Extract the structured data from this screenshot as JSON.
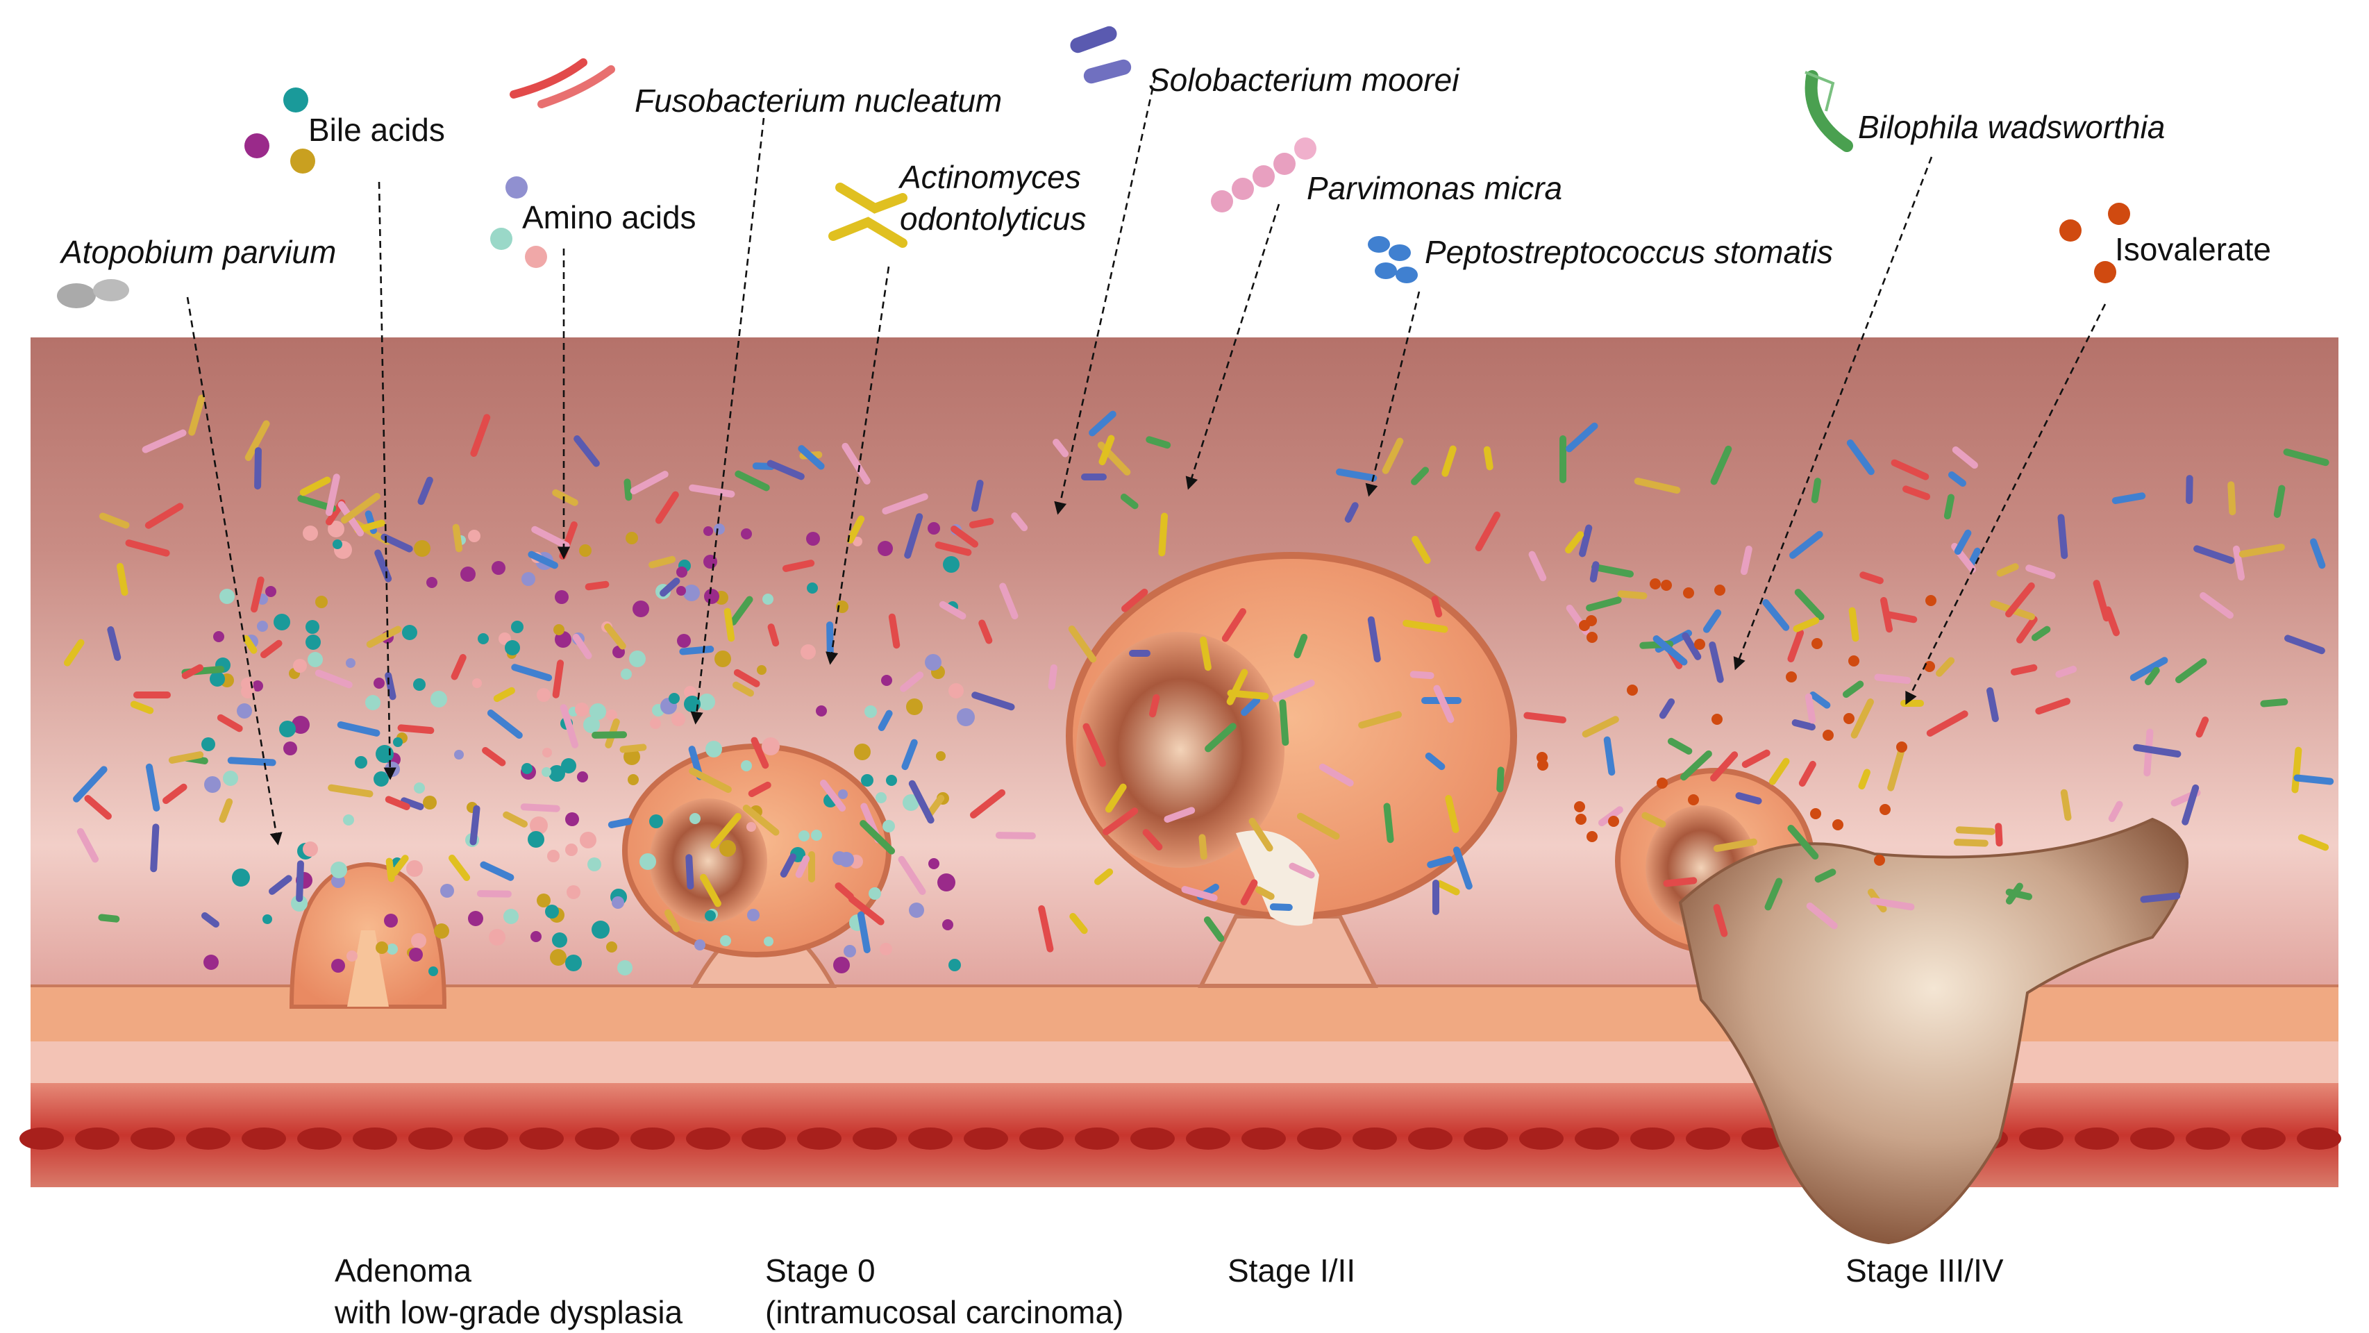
{
  "labels": {
    "bile_acids": "Bile acids",
    "amino_acids": "Amino acids",
    "atopobium": "Atopobium parvium",
    "fusobacterium": "Fusobacterium nucleatum",
    "actinomyces_1": "Actinomyces",
    "actinomyces_2": "odontolyticus",
    "solobacterium": "Solobacterium moorei",
    "parvimonas": "Parvimonas micra",
    "peptostreptococcus": "Peptostreptococcus stomatis",
    "bilophila": "Bilophila wadsworthia",
    "isovalerate": "Isovalerate"
  },
  "stages": {
    "adenoma_1": "Adenoma",
    "adenoma_2": "with low-grade dysplasia",
    "stage0_1": "Stage 0",
    "stage0_2": "(intramucosal carcinoma)",
    "stage12": "Stage I/II",
    "stage34": "Stage III/IV"
  },
  "colors": {
    "lumen": "#d9a29c",
    "mucosa": "#f0a982",
    "muscle": "#c8352e",
    "tumor": "#b5826a"
  }
}
